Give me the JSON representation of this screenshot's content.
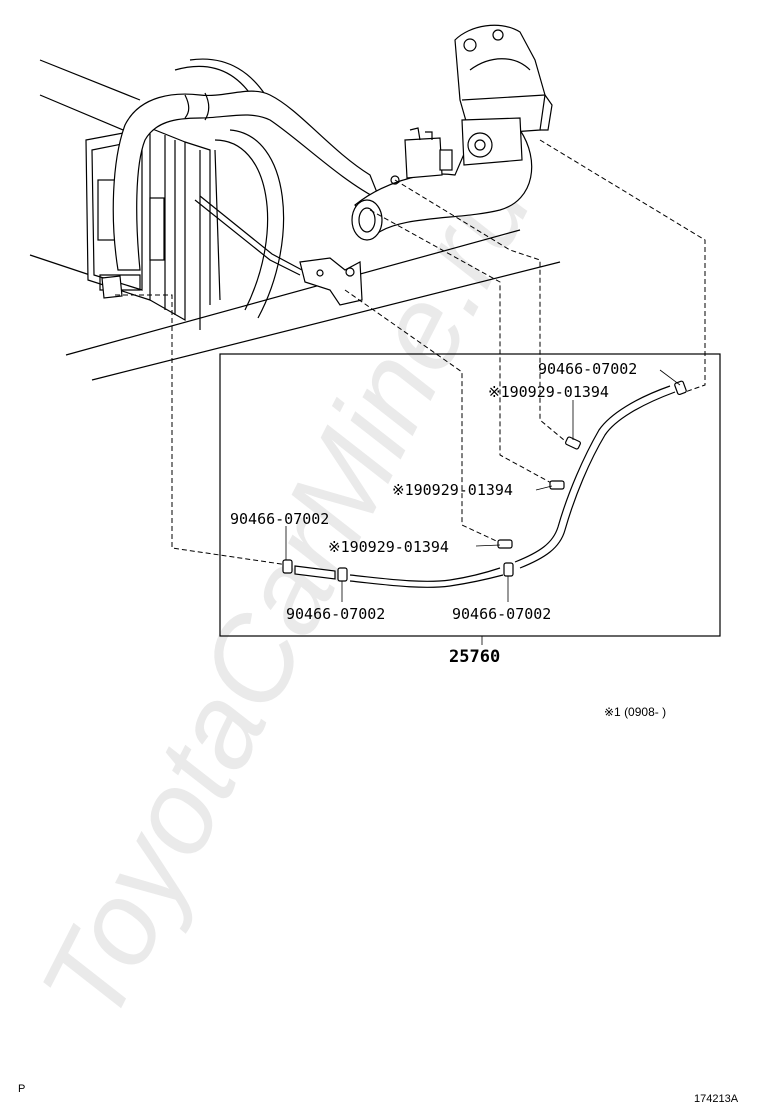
{
  "watermark": "ToyotaCarMine.ru",
  "assembly": {
    "part_number": "25760"
  },
  "callouts": [
    {
      "id": "clamp-top-right",
      "label": "90466-07002"
    },
    {
      "id": "connector-1",
      "label": "※190929-01394"
    },
    {
      "id": "connector-2",
      "label": "※190929-01394"
    },
    {
      "id": "clamp-left",
      "label": "90466-07002"
    },
    {
      "id": "connector-3",
      "label": "※190929-01394"
    },
    {
      "id": "clamp-bottom-left",
      "label": "90466-07002"
    },
    {
      "id": "clamp-bottom-right",
      "label": "90466-07002"
    }
  ],
  "footnote": "※1 (0908-      )",
  "corner_left": "P",
  "illustration_number": "174213A"
}
